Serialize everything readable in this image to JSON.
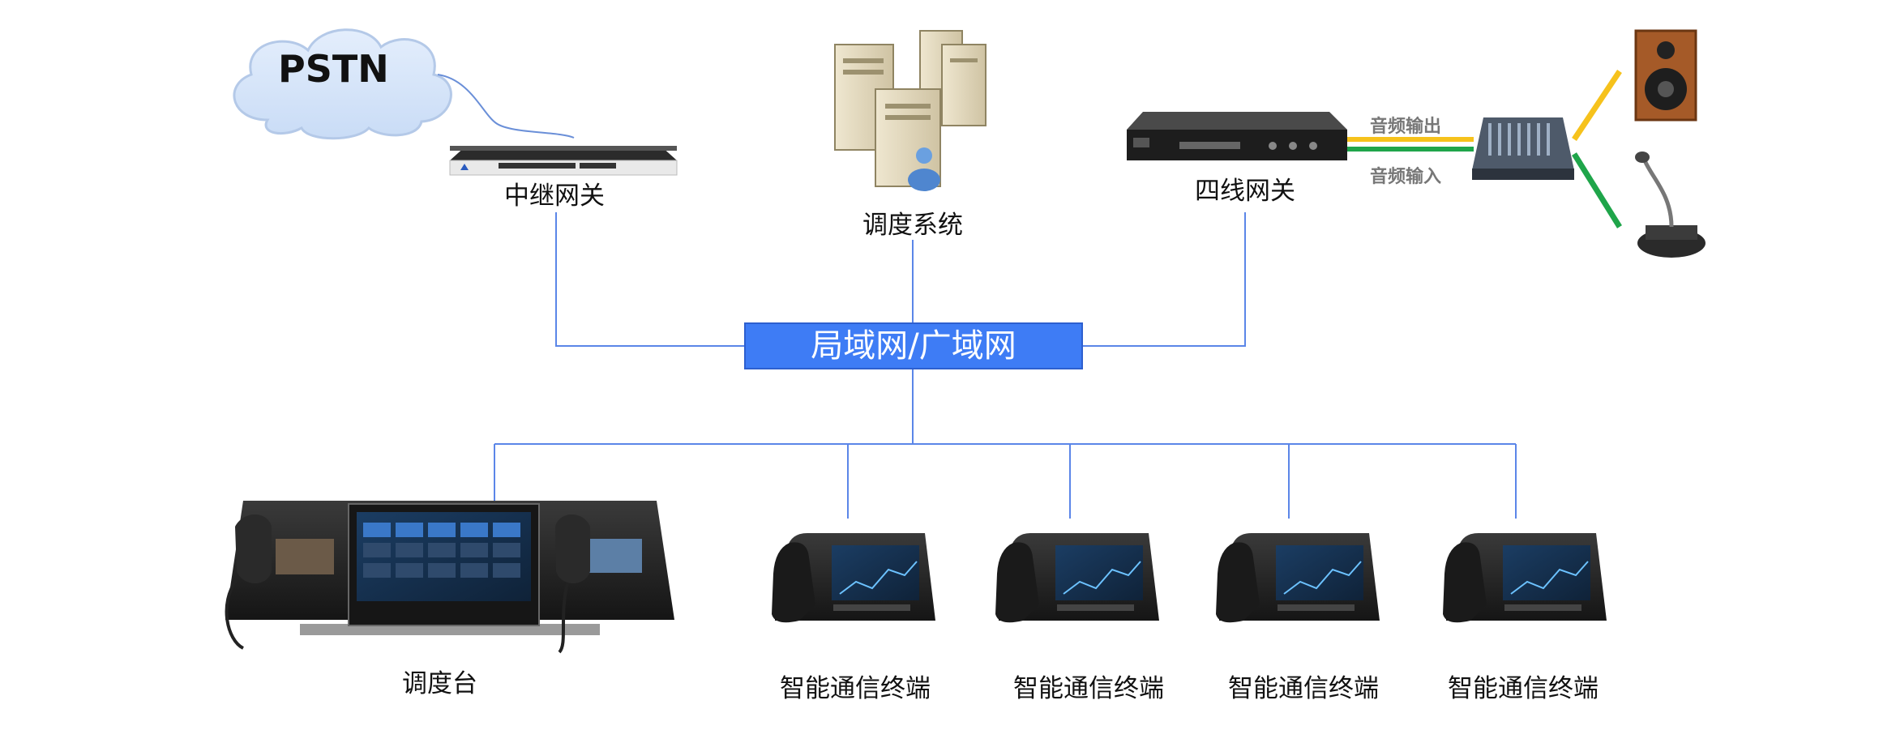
{
  "pstn": {
    "label": "PSTN"
  },
  "network": {
    "label": "局域网/广域网"
  },
  "devices": {
    "trunk_gateway": {
      "label": "中继网关"
    },
    "dispatch_system": {
      "label": "调度系统"
    },
    "four_wire_gateway": {
      "label": "四线网关"
    },
    "dispatch_console": {
      "label": "调度台"
    },
    "terminals": [
      {
        "label": "智能通信终端"
      },
      {
        "label": "智能通信终端"
      },
      {
        "label": "智能通信终端"
      },
      {
        "label": "智能通信终端"
      }
    ]
  },
  "audio": {
    "output_label": "音频输出",
    "input_label": "音频输入"
  },
  "colors": {
    "network_box": "#3e7cf5",
    "network_line": "#5b86e8",
    "audio_out": "#f6c21c",
    "audio_in": "#1fa54a"
  }
}
